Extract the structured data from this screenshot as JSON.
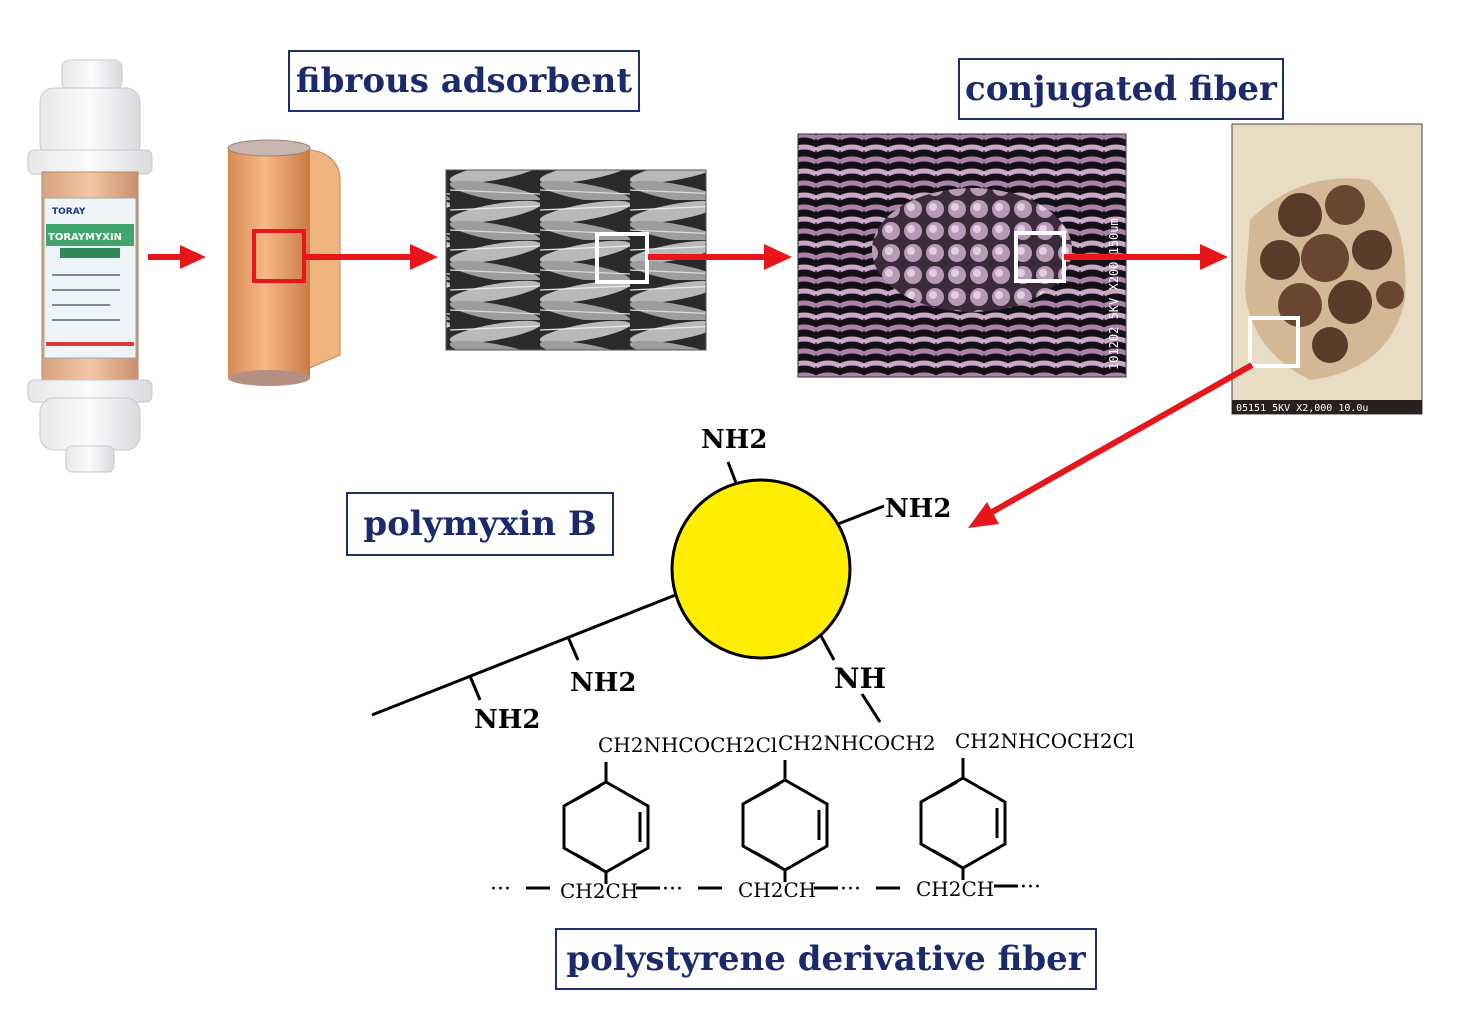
{
  "labels": {
    "fibrous_adsorbent": "fibrous adsorbent",
    "conjugated_fiber": "conjugated fiber",
    "polymyxin_b": "polymyxin B",
    "polystyrene_derivative_fiber": "polystyrene derivative fiber"
  },
  "cartridge": {
    "brand": "TORAY",
    "product": "TORAYMYXIN"
  },
  "sem_images": {
    "conjugated": {
      "caption": "101202 5KV X200 150um"
    },
    "cross_section": {
      "caption": "05151 5KV X2,000 10.0u"
    }
  },
  "chemistry": {
    "nh2_top": "NH2",
    "nh2_right": "NH2",
    "nh2_chain_1": "NH2",
    "nh2_chain_2": "NH2",
    "nh_link": "NH",
    "sub_left": "CH2NHCOCH2Cl",
    "sub_mid": "CH2NHCOCH2",
    "sub_right": "CH2NHCOCH2Cl",
    "backbone_unit": "CH2CH",
    "backbone_dots": "···"
  },
  "colors": {
    "arrow": "#e8161b",
    "label_border": "#1f2f6b",
    "label_text": "#1a2a6c",
    "polymyxin_circle": "#ffee00"
  }
}
